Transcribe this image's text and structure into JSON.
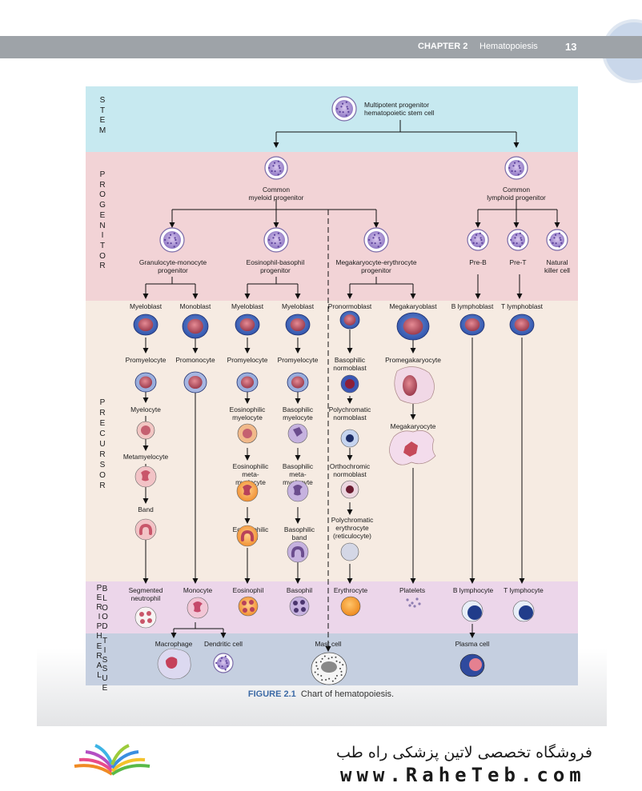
{
  "header": {
    "chapter": "CHAPTER 2",
    "title": "Hematopoiesis",
    "page": "13"
  },
  "bands": {
    "stem": [
      "S",
      "T",
      "E",
      "M"
    ],
    "progenitor": [
      "P",
      "R",
      "O",
      "G",
      "E",
      "N",
      "I",
      "T",
      "O",
      "R"
    ],
    "precursor": [
      "P",
      "R",
      "E",
      "C",
      "U",
      "R",
      "S",
      "O",
      "R"
    ],
    "peripheral": [
      "P",
      "E",
      "R",
      "I",
      "P",
      "H",
      "E",
      "R",
      "A",
      "L"
    ],
    "blood": [
      "B",
      "L",
      "O",
      "O",
      "D"
    ],
    "tissue": [
      "T",
      "I",
      "S",
      "S",
      "U",
      "E"
    ]
  },
  "labels": {
    "stem_cell": "Multipotent progenitor\nhematopoietic stem cell",
    "cmp": "Common\nmyeloid progenitor",
    "clp": "Common\nlymphoid progenitor",
    "gmp": "Granulocyte-monocyte\nprogenitor",
    "ebp": "Eosinophil-basophil\nprogenitor",
    "mep": "Megakaryocyte-erythrocyte\nprogenitor",
    "preb": "Pre-B",
    "pret": "Pre-T",
    "nk": "Natural\nkiller cell",
    "myeloblast1": "Myeloblast",
    "monoblast": "Monoblast",
    "myeloblast2": "Myeloblast",
    "myeloblast3": "Myeloblast",
    "pronormoblast": "Pronormoblast",
    "megakaryoblast": "Megakaryoblast",
    "blymphoblast": "B lymphoblast",
    "tlymphoblast": "T lymphoblast",
    "promyelocyte1": "Promyelocyte",
    "promonocyte": "Promonocyte",
    "promyelocyte2": "Promyelocyte",
    "promyelocyte3": "Promyelocyte",
    "basnormoblast": "Basophilic\nnormoblast",
    "promegakaryocyte": "Promegakaryocyte",
    "myelocyte": "Myelocyte",
    "eosmyelocyte": "Eosinophilic\nmyelocyte",
    "basmyelocyte": "Basophilic\nmyelocyte",
    "polynormoblast": "Polychromatic\nnormoblast",
    "megakaryocyte": "Megakaryocyte",
    "metamyelocyte": "Metamyelocyte",
    "eosmeta": "Eosinophilic\nmeta-\nmyelocyte",
    "basmeta": "Basophilic\nmeta-\nmyelocyte",
    "orthonormoblast": "Orthochromic\nnormoblast",
    "band": "Band",
    "eosband": "Eosinophilic\nband",
    "basband": "Basophilic\nband",
    "polyerythro": "Polychromatic\nerythrocyte\n(reticulocyte)",
    "segneutrophil": "Segmented\nneutrophil",
    "monocyte": "Monocyte",
    "eosinophil": "Eosinophil",
    "basophil": "Basophil",
    "erythrocyte": "Erythrocyte",
    "platelets": "Platelets",
    "blymphocyte": "B lymphocyte",
    "tlymphocyte": "T lymphocyte",
    "macrophage": "Macrophage",
    "dendritic": "Dendritic cell",
    "mastcell": "Mast cell",
    "plasmacell": "Plasma cell"
  },
  "caption": {
    "figure": "FIGURE 2.1",
    "text": "Chart of hematopoiesis."
  },
  "footer": {
    "persian": "فروشگاه تخصصی لاتین پزشکی  راه طب",
    "url": "www.RaheTeb.com"
  },
  "colors": {
    "stem_band": "#c7e9f0",
    "progenitor_band": "#f2d3d6",
    "precursor_band": "#f6ebe2",
    "blood_band": "#ecd6ea",
    "tissue_band": "#c5cfe0"
  }
}
